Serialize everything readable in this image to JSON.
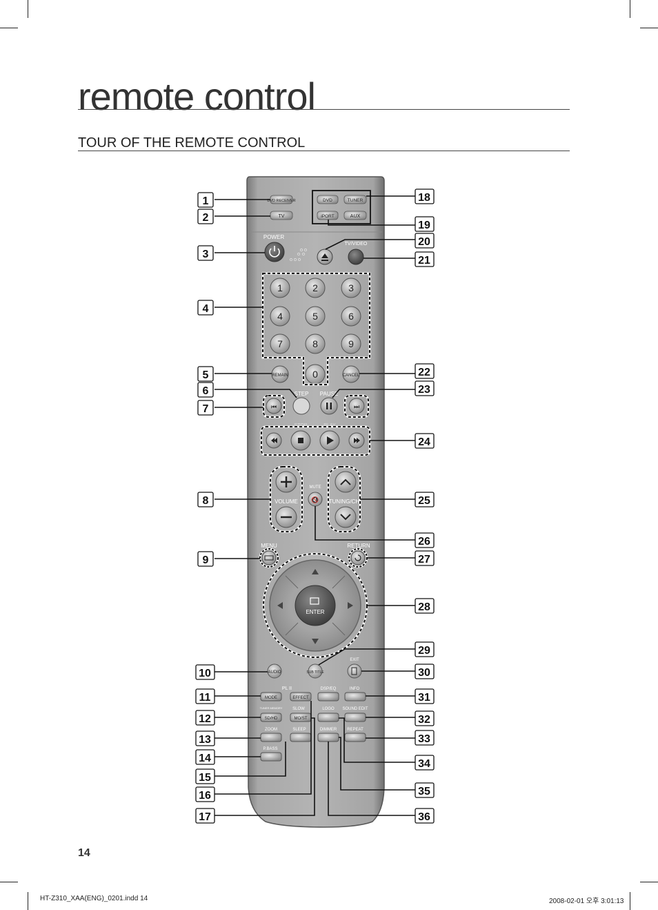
{
  "title": "remote control",
  "subtitle": "TOUR OF THE REMOTE CONTROL",
  "page_number": "14",
  "footer": {
    "left": "HT-Z310_XAA(ENG)_0201.indd   14",
    "right": "2008-02-01   오후 3:01:13"
  },
  "remote": {
    "source_buttons": [
      "DVD RECEIVER",
      "TV",
      "DVD",
      "TUNER",
      "iPORT",
      "AUX"
    ],
    "power_label": "POWER",
    "tvvideo_label": "TV/VIDEO",
    "digits": [
      "1",
      "2",
      "3",
      "4",
      "5",
      "6",
      "7",
      "8",
      "9",
      "0"
    ],
    "remain_label": "REMAIN",
    "cancel_label": "CANCEL",
    "step_label": "STEP",
    "pause_label": "PAUSE",
    "stop_label": "STOP",
    "play_label": "PLAY",
    "volume_label": "VOLUME",
    "mute_label": "MUTE",
    "tuning_label": "TUNING/CH",
    "menu_label": "MENU",
    "return_label": "RETURN",
    "enter_label": "ENTER",
    "exit_label": "EXIT",
    "audio_label": "AUDIO",
    "subtitle_label": "SUB TITLE",
    "pl2_label": "PL II",
    "mode_label": "MODE",
    "effect_label": "EFFECT",
    "dsp_label": "DSP/EQ",
    "info_label": "INFO",
    "tuner_memory_label": "TUNER MEMORY",
    "sdhd_label": "SD/HD",
    "slow_label": "SLOW",
    "most_label": "MO/ST",
    "logo_label": "LOGO",
    "sound_edit_label": "SOUND EDIT",
    "zoom_label": "ZOOM",
    "sleep_label": "SLEEP",
    "dimmer_label": "DIMMER",
    "repeat_label": "REPEAT",
    "pbass_label": "P.BASS"
  },
  "callouts_left": [
    "1",
    "2",
    "3",
    "4",
    "5",
    "6",
    "7",
    "8",
    "9",
    "10",
    "11",
    "12",
    "13",
    "14",
    "15",
    "16",
    "17"
  ],
  "callouts_right": [
    "18",
    "19",
    "20",
    "21",
    "22",
    "23",
    "24",
    "25",
    "26",
    "27",
    "28",
    "29",
    "30",
    "31",
    "32",
    "33",
    "34",
    "35",
    "36"
  ]
}
